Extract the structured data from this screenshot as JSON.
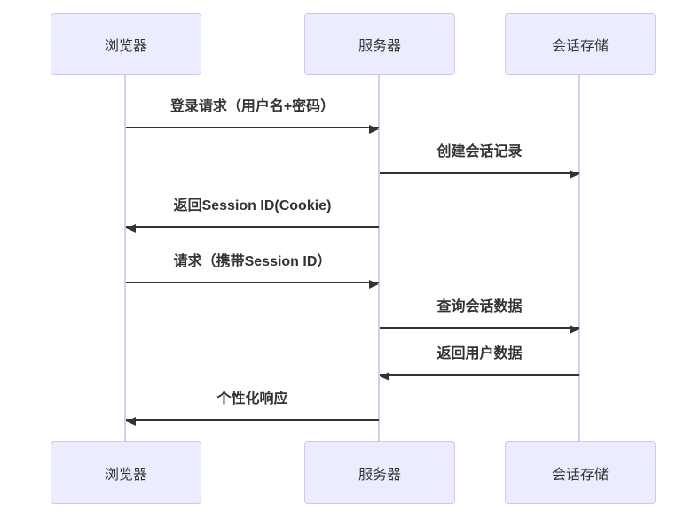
{
  "diagram": {
    "type": "sequence",
    "actors": [
      {
        "id": "browser",
        "label": "浏览器"
      },
      {
        "id": "server",
        "label": "服务器"
      },
      {
        "id": "storage",
        "label": "会话存储"
      }
    ],
    "messages": [
      {
        "from": "browser",
        "to": "server",
        "direction": "right",
        "label": "登录请求（用户名+密码）"
      },
      {
        "from": "server",
        "to": "storage",
        "direction": "right",
        "label": "创建会话记录"
      },
      {
        "from": "server",
        "to": "browser",
        "direction": "left",
        "label": "返回Session ID(Cookie)"
      },
      {
        "from": "browser",
        "to": "server",
        "direction": "right",
        "label": "请求（携带Session ID）"
      },
      {
        "from": "server",
        "to": "storage",
        "direction": "right",
        "label": "查询会话数据"
      },
      {
        "from": "storage",
        "to": "server",
        "direction": "left",
        "label": "返回用户数据"
      },
      {
        "from": "server",
        "to": "browser",
        "direction": "left",
        "label": "个性化响应"
      }
    ],
    "colors": {
      "background": "#FFFFFF",
      "actor_fill": "#ECECFF",
      "actor_border": "#CFC7EE",
      "lifeline": "#D5CEF0",
      "message_text": "#333333",
      "arrow": "#333333"
    }
  }
}
